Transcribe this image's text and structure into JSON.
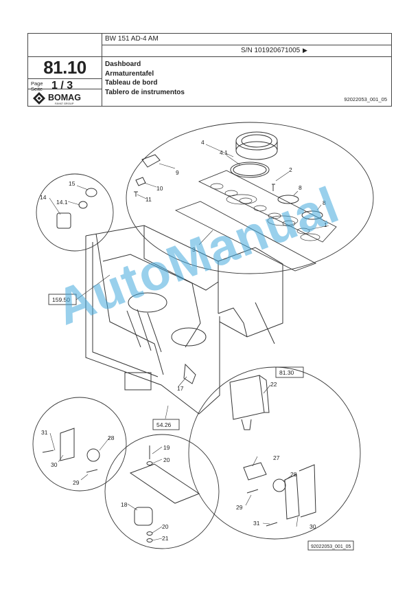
{
  "header": {
    "model": "BW 151 AD-4 AM",
    "serial": "S/N 101920671005",
    "section_number": "81.10",
    "page_label_en": "Page",
    "page_label_de": "Seite",
    "page_value": "1 / 3",
    "brand": "BOMAG",
    "brand_sub": "FAYAT GROUP",
    "titles": [
      "Dashboard",
      "Armaturentafel",
      "Tableau de bord",
      "Tablero de instrumentos"
    ],
    "doc_id": "92022053_001_05"
  },
  "callouts": {
    "n1": "1",
    "n2": "2",
    "n3": "3",
    "n4": "4",
    "n41": "4.1",
    "n8a": "8",
    "n8b": "8",
    "n9": "9",
    "n10": "10",
    "n11": "11",
    "n14": "14",
    "n141": "14.1",
    "n15": "15",
    "n17": "17",
    "n18": "18",
    "n19": "19",
    "n20a": "20",
    "n20b": "20",
    "n21": "21",
    "n22": "22",
    "n27": "27",
    "n28a": "28",
    "n28b": "28",
    "n29a": "29",
    "n29b": "29",
    "n30a": "30",
    "n30b": "30",
    "n31a": "31",
    "n31b": "31"
  },
  "references": {
    "ref_15950": "159.50",
    "ref_5426": "54.26",
    "ref_8130": "81.30",
    "footer_doc_id": "92022053_001_05"
  },
  "watermark": "AutoManual",
  "colors": {
    "watermark": "#46aadc",
    "line": "#333333"
  }
}
